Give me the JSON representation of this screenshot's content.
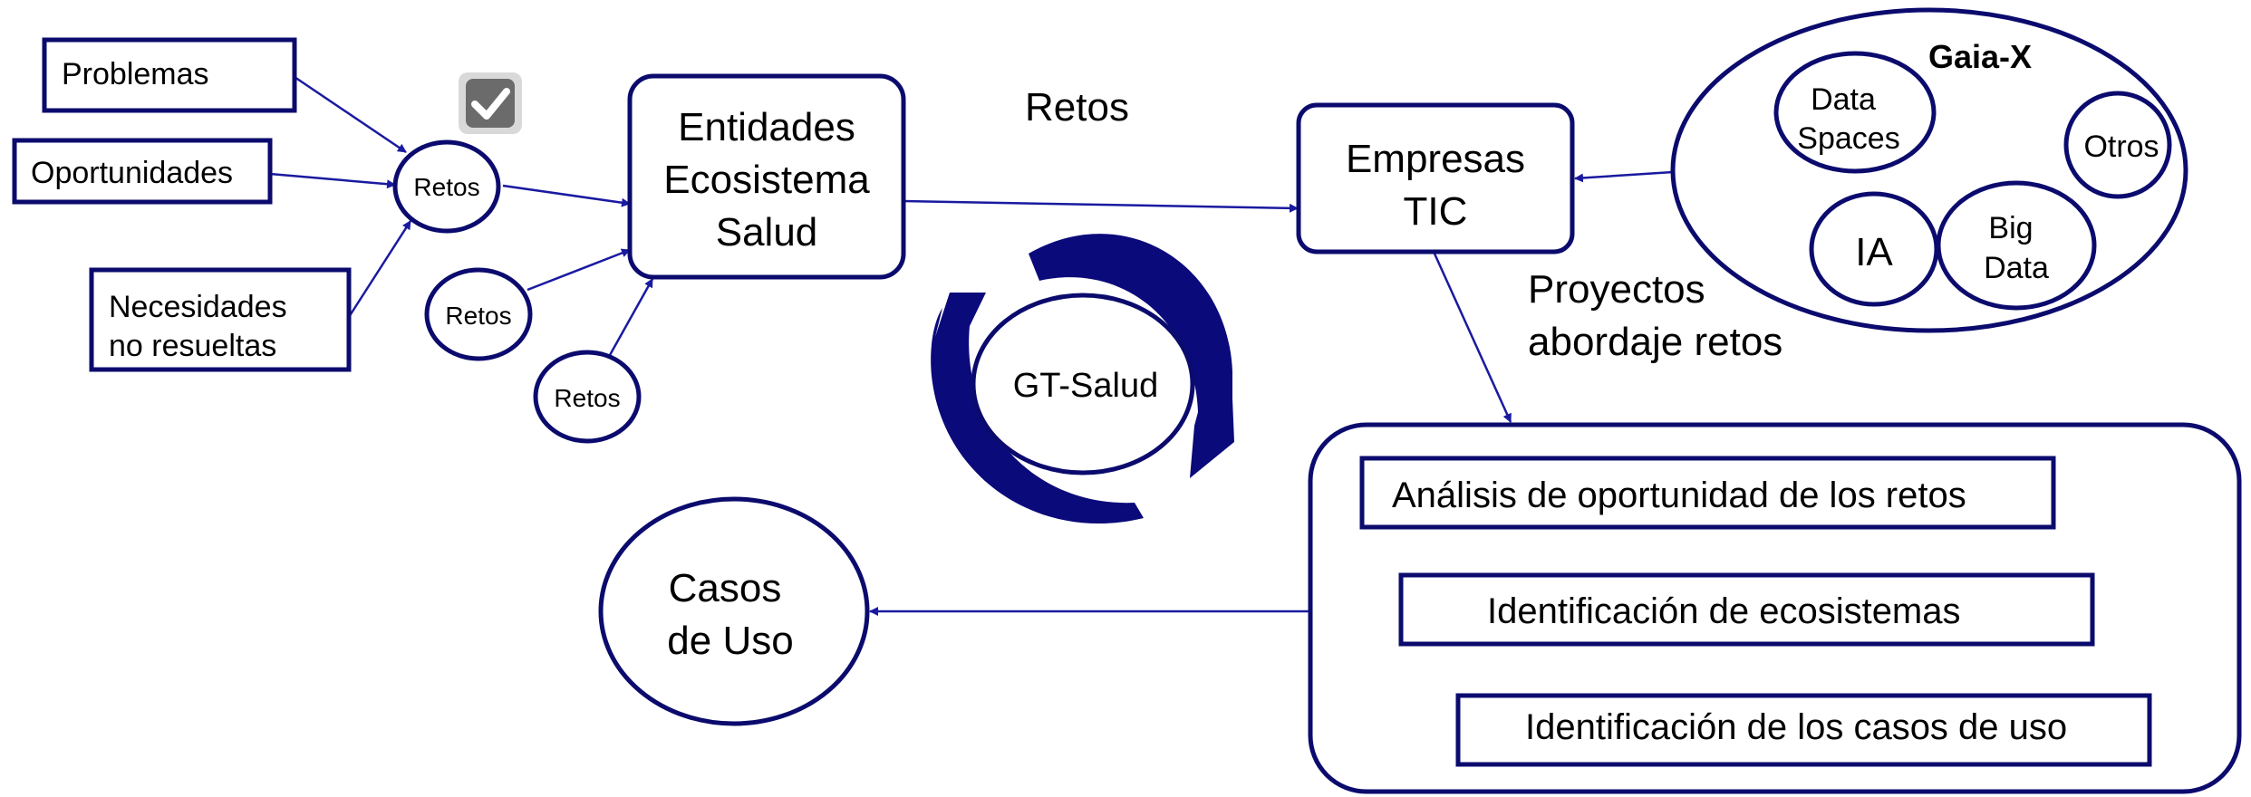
{
  "colors": {
    "navy": "#0b0b6e",
    "line": "#1a1aa0",
    "cycle": "#0a0a7a"
  },
  "left_inputs": {
    "problemas": "Problemas",
    "oportunidades": "Oportunidades",
    "necesidades_1": "Necesidades",
    "necesidades_2": "no resueltas"
  },
  "retos_small": "Retos",
  "check_icon": "checkbox-checked-icon",
  "entidades": {
    "l1": "Entidades",
    "l2": "Ecosistema",
    "l3": "Salud"
  },
  "retos_label": "Retos",
  "empresas": {
    "l1": "Empresas",
    "l2": "TIC"
  },
  "gaia": {
    "title": "Gaia-X",
    "data_spaces_1": "Data",
    "data_spaces_2": "Spaces",
    "otros": "Otros",
    "ia": "IA",
    "big_data_1": "Big",
    "big_data_2": "Data"
  },
  "proyectos": {
    "l1": "Proyectos",
    "l2": "abordaje retos"
  },
  "gt_salud": "GT-Salud",
  "process": {
    "step1": "Análisis de oportunidad de los retos",
    "step2": "Identificación de ecosistemas",
    "step3": "Identificación de los casos de uso"
  },
  "casos": {
    "l1": "Casos",
    "l2": "de Uso"
  }
}
